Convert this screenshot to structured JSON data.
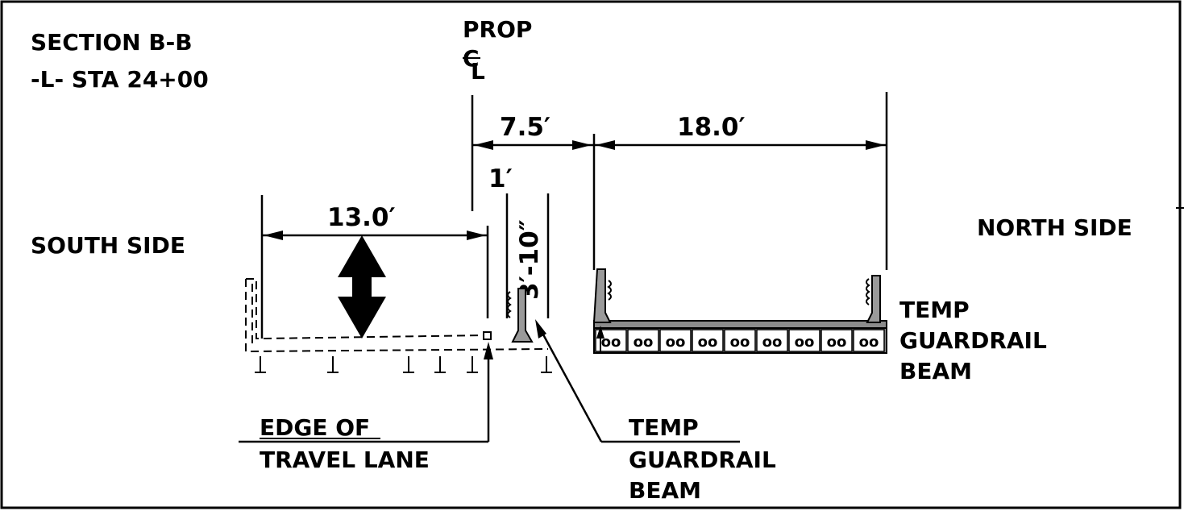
{
  "section": {
    "title": "SECTION B-B",
    "station": "-L- STA 24+00"
  },
  "centerline": {
    "line1": "PROP",
    "symbol": "C",
    "sub": "L"
  },
  "dimensions": {
    "left_width": "13.0′",
    "offset": "7.5′",
    "right_width": "18.0′",
    "gap": "1′",
    "barrier_height": "3′-10″"
  },
  "sides": {
    "south": "SOUTH SIDE",
    "north": "NORTH SIDE"
  },
  "labels": {
    "edge_line1": "EDGE OF",
    "edge_line2": "TRAVEL LANE",
    "temp_left_1": "TEMP",
    "temp_left_2": "GUARDRAIL",
    "temp_left_3": "BEAM",
    "temp_right_1": "TEMP",
    "temp_right_2": "GUARDRAIL",
    "temp_right_3": "BEAM"
  },
  "beam_cell_symbol": "oo",
  "colors": {
    "ink": "#000000",
    "fill_gray": "#8c8c8c",
    "paper": "#ffffff"
  }
}
